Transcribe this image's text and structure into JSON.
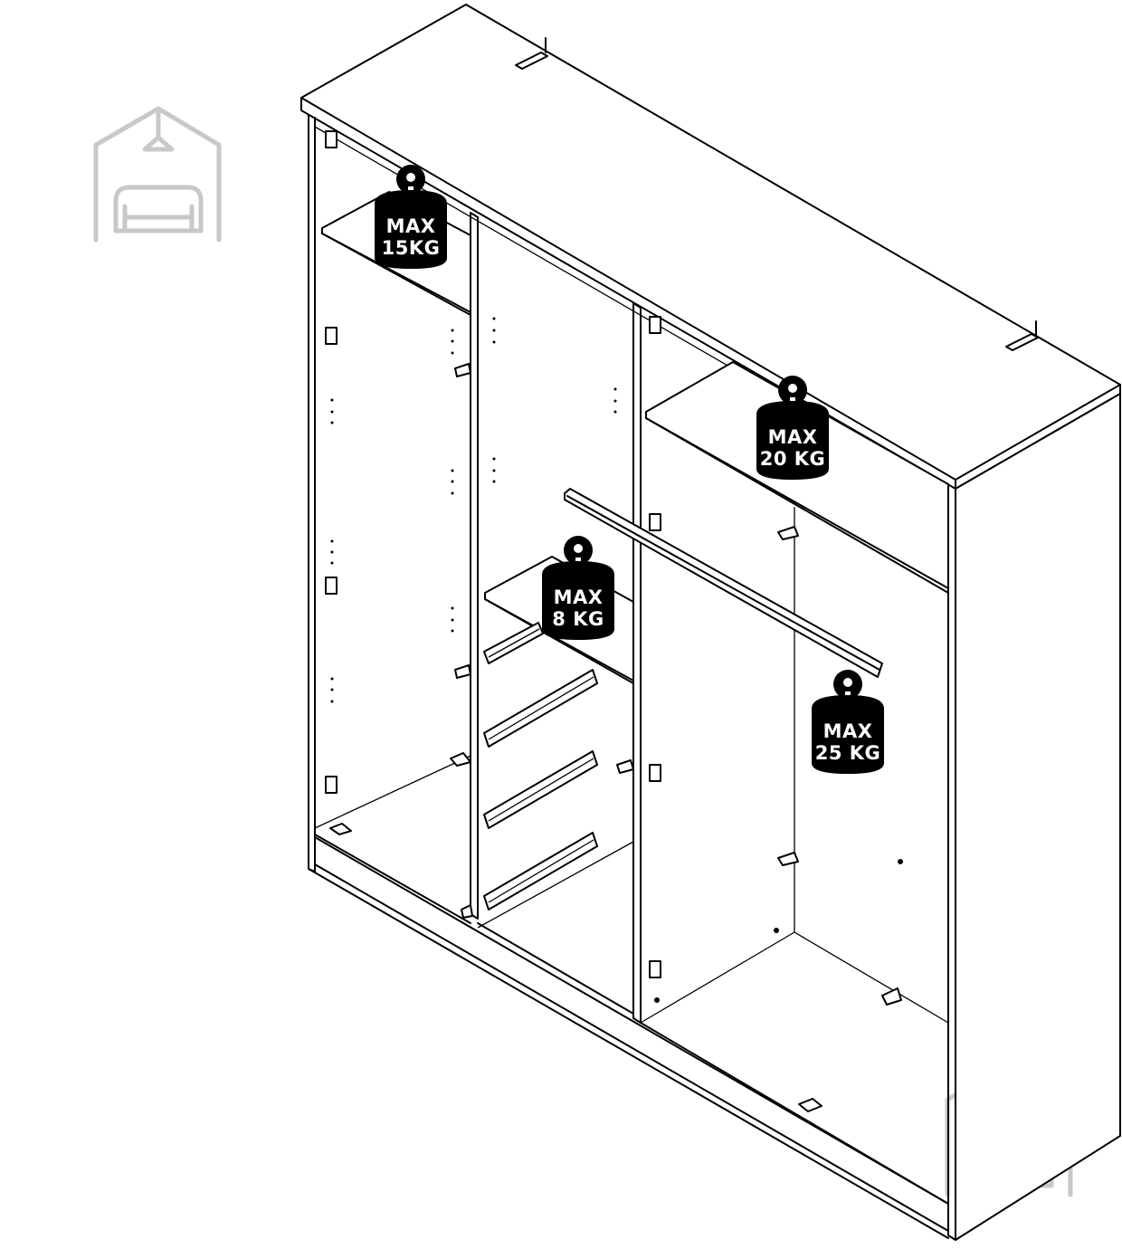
{
  "colors": {
    "line": "#000000",
    "background": "#ffffff",
    "watermark": "#c8c8c8"
  },
  "watermark_icon": "house-with-sofa-logo",
  "weight_limits": [
    {
      "line1": "MAX",
      "line2": "15KG"
    },
    {
      "line1": "MAX",
      "line2": "20 KG"
    },
    {
      "line1": "MAX",
      "line2": "8 KG"
    },
    {
      "line1": "MAX",
      "line2": "25 KG"
    }
  ]
}
